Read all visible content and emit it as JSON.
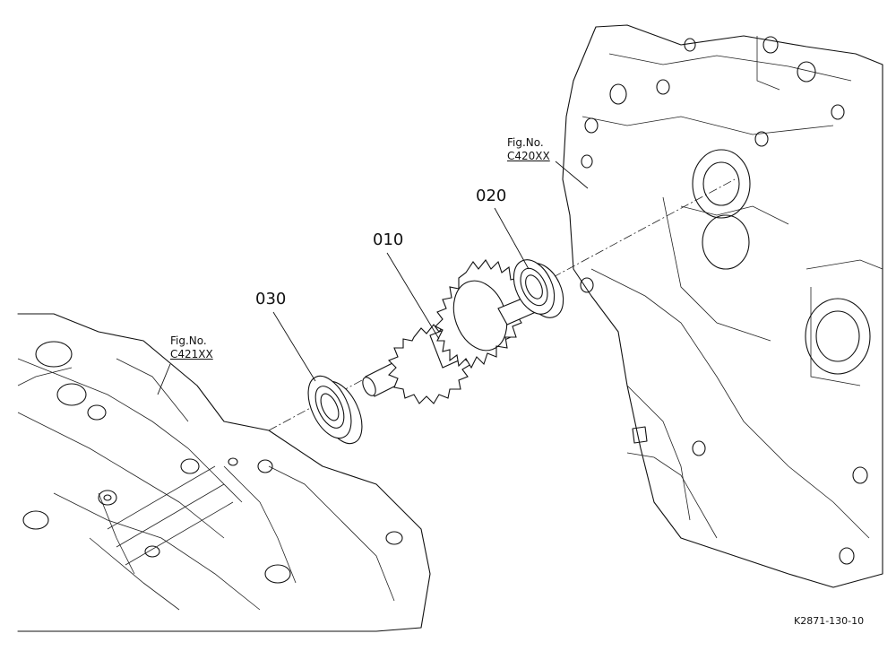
{
  "callouts": {
    "shaft_gear": "010",
    "front_bearing": "020",
    "rear_bearing": "030"
  },
  "figure_refs": {
    "right_case": {
      "prefix": "Fig.No.",
      "code": "C420XX"
    },
    "left_case": {
      "prefix": "Fig.No.",
      "code": "C421XX"
    }
  },
  "drawing_ref": "K2871-130-10"
}
